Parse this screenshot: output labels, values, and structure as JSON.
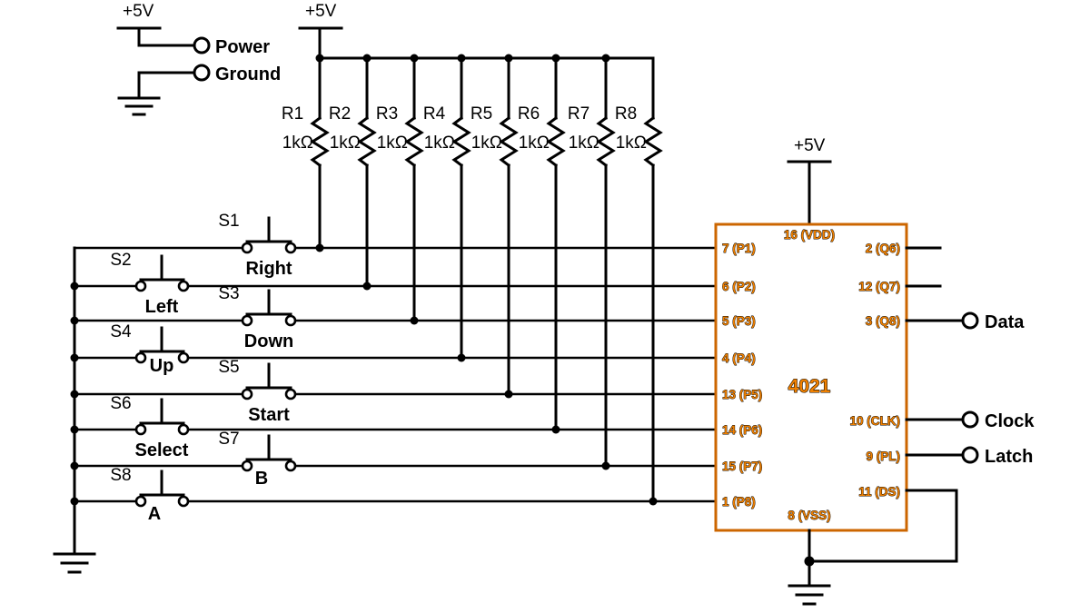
{
  "diagram": {
    "title": "NES controller 4021 shift register schematic",
    "colors": {
      "wire": "#000000",
      "ic_outline": "#cc6600",
      "ic_text": "#f08000",
      "background": "#ffffff"
    }
  },
  "legend": {
    "supply_label": "+5V",
    "power_label": "Power",
    "ground_label": "Ground"
  },
  "rail": {
    "supply_label": "+5V"
  },
  "resistors": [
    {
      "ref": "R1",
      "value": "1kΩ"
    },
    {
      "ref": "R2",
      "value": "1kΩ"
    },
    {
      "ref": "R3",
      "value": "1kΩ"
    },
    {
      "ref": "R4",
      "value": "1kΩ"
    },
    {
      "ref": "R5",
      "value": "1kΩ"
    },
    {
      "ref": "R6",
      "value": "1kΩ"
    },
    {
      "ref": "R7",
      "value": "1kΩ"
    },
    {
      "ref": "R8",
      "value": "1kΩ"
    }
  ],
  "switches": [
    {
      "ref": "S1",
      "name": "Right"
    },
    {
      "ref": "S2",
      "name": "Left"
    },
    {
      "ref": "S3",
      "name": "Down"
    },
    {
      "ref": "S4",
      "name": "Up"
    },
    {
      "ref": "S5",
      "name": "Start"
    },
    {
      "ref": "S6",
      "name": "Select"
    },
    {
      "ref": "S7",
      "name": "B"
    },
    {
      "ref": "S8",
      "name": "A"
    }
  ],
  "ic": {
    "name": "4021",
    "vdd_label": "16 (VDD)",
    "vss_label": "8 (VSS)",
    "vdd_supply_label": "+5V",
    "left_pins": [
      "7 (P1)",
      "6 (P2)",
      "5 (P3)",
      "4 (P4)",
      "13 (P5)",
      "14 (P6)",
      "15 (P7)",
      "1 (P8)"
    ],
    "right_pins": [
      "2 (Q6)",
      "12 (Q7)",
      "3 (Q8)",
      "10 (CLK)",
      "9 (PL)",
      "11 (DS)"
    ]
  },
  "outputs": [
    {
      "label": "Data"
    },
    {
      "label": "Clock"
    },
    {
      "label": "Latch"
    }
  ]
}
